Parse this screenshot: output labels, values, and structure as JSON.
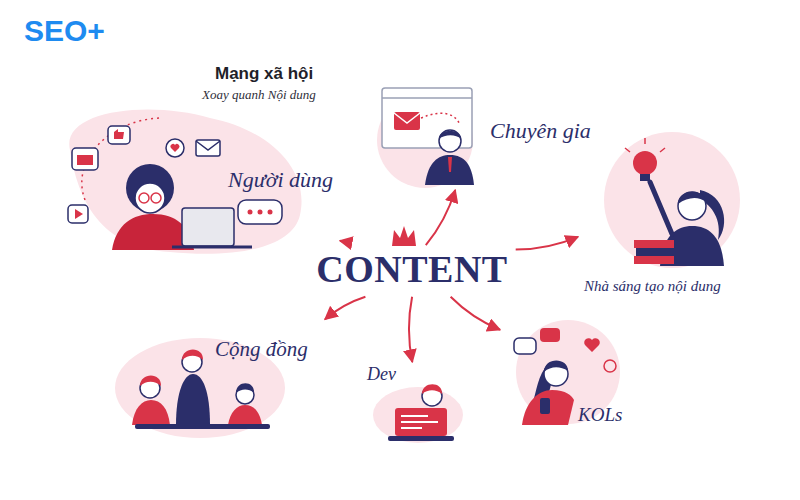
{
  "diagram": {
    "title": "Mạng xã hội",
    "nodes": [
      {
        "text": [
          "CONTENT"
        ]
      },
      {
        "text": [
          "Người dùng"
        ]
      },
      {
        "text": [
          "Chuyên gia"
        ]
      },
      {
        "text": [
          "Nhà sáng tạo nội dung"
        ]
      },
      {
        "text": [
          "Cộng đồng"
        ]
      },
      {
        "text": [
          "Dev"
        ]
      },
      {
        "text": [
          "KOLs"
        ]
      }
    ],
    "edges": [
      {
        "from": 0,
        "to": 1,
        "arrow": "to"
      },
      {
        "from": 0,
        "to": 2,
        "arrow": "to"
      },
      {
        "from": 0,
        "to": 3,
        "arrow": "to"
      },
      {
        "from": 0,
        "to": 4,
        "arrow": "to"
      },
      {
        "from": 0,
        "to": 5,
        "arrow": "to"
      },
      {
        "from": 0,
        "to": 6,
        "arrow": "to"
      }
    ],
    "labels": [
      "SEO+",
      "Xoay quanh Nội dung"
    ]
  }
}
